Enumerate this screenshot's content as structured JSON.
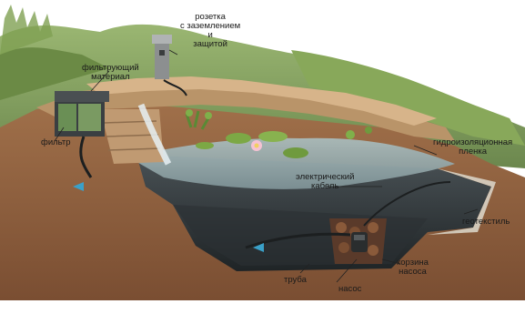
{
  "labels": {
    "outlet": [
      "розетка",
      "с заземлением",
      "и",
      "защитой"
    ],
    "filter_material": [
      "фильтрующий",
      "материал"
    ],
    "filter": "фильтр",
    "waterproof_film": [
      "гидроизоляционная",
      "пленка"
    ],
    "electric_cable": [
      "электрический",
      "кабель"
    ],
    "geotextile": "геотекстиль",
    "pump_basket": [
      "корзина",
      "насоса"
    ],
    "pipe": "труба",
    "pump": "насос"
  },
  "colors": {
    "soil": "#8a5a3a",
    "water": "#8fa3a6",
    "liner": "#2e3436",
    "stone": "#c9a27a",
    "grass": "#6f8f4a",
    "flow_arrow": "#3aa0c8"
  },
  "icons": [
    "water-lily-icon",
    "lily-pad-icon",
    "pump-icon",
    "filter-box-icon",
    "outlet-icon"
  ]
}
